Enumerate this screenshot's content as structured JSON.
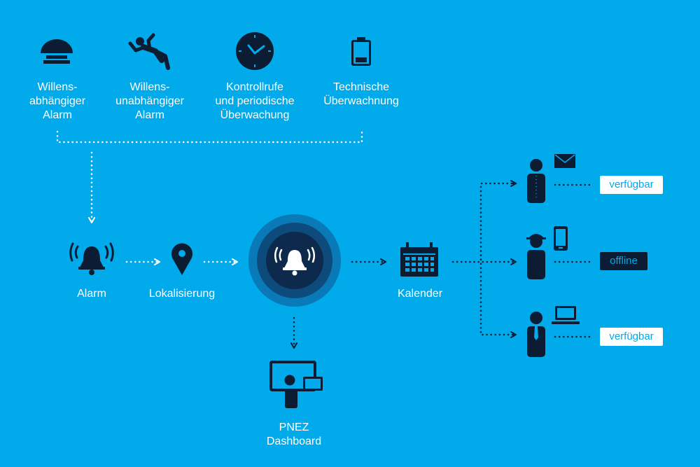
{
  "colors": {
    "background": "#00aaeb",
    "dark": "#0c1d33",
    "white": "#ffffff",
    "ring_outer": "#0a79b7",
    "ring_middle": "#0c4b7c",
    "ring_inner": "#0d2a4c"
  },
  "triggers": [
    {
      "icon": "alarm-button-icon",
      "lines": [
        "Willens-",
        "abhängiger",
        "Alarm"
      ]
    },
    {
      "icon": "falling-person-icon",
      "lines": [
        "Willens-",
        "unabhängiger",
        "Alarm"
      ]
    },
    {
      "icon": "clock-icon",
      "lines": [
        "Kontrollrufe",
        "und periodische",
        "Überwachung"
      ]
    },
    {
      "icon": "battery-icon",
      "lines": [
        "Technische",
        "Überwachnung"
      ]
    }
  ],
  "flow": {
    "alarm": {
      "icon": "bell-icon",
      "label": "Alarm"
    },
    "location": {
      "icon": "location-pin-icon",
      "label": "Lokalisierung"
    },
    "hub": {
      "icon": "ringing-bell-icon"
    },
    "calendar": {
      "icon": "calendar-icon",
      "label": "Kalender"
    },
    "dashboard": {
      "icon": "dashboard-monitor-icon",
      "lines": [
        "PNEZ",
        "Dashboard"
      ]
    }
  },
  "recipients": [
    {
      "person_icon": "person-suit-icon",
      "device_icon": "envelope-icon",
      "status": "verfügbar",
      "available": true
    },
    {
      "person_icon": "person-worker-icon",
      "device_icon": "smartphone-icon",
      "status": "offline",
      "available": false
    },
    {
      "person_icon": "person-tie-icon",
      "device_icon": "laptop-icon",
      "status": "verfügbar",
      "available": true
    }
  ]
}
